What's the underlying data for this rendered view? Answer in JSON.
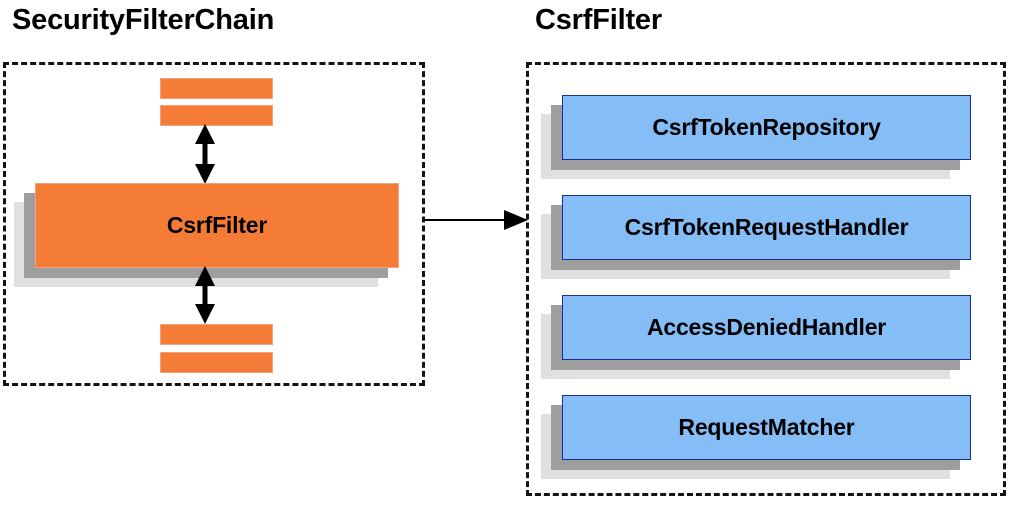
{
  "diagram": {
    "type": "component-diagram",
    "panels": [
      {
        "title": "SecurityFilterChain",
        "id": "security-filter-chain",
        "border": "dashed",
        "border_color": "#141414",
        "blocks": [
          {
            "label": "",
            "kind": "bar",
            "color": "#f57c36"
          },
          {
            "label": "",
            "kind": "bar",
            "color": "#f57c36"
          },
          {
            "label": "CsrfFilter",
            "kind": "box",
            "color": "#f57c36"
          },
          {
            "label": "",
            "kind": "bar",
            "color": "#f57c36"
          },
          {
            "label": "",
            "kind": "bar",
            "color": "#f57c36"
          }
        ]
      },
      {
        "title": "CsrfFilter",
        "id": "csrf-filter",
        "border": "dashed",
        "border_color": "#141414",
        "blocks": [
          {
            "label": "CsrfTokenRepository",
            "kind": "box",
            "color": "#85bdf7"
          },
          {
            "label": "CsrfTokenRequestHandler",
            "kind": "box",
            "color": "#85bdf7"
          },
          {
            "label": "AccessDeniedHandler",
            "kind": "box",
            "color": "#85bdf7"
          },
          {
            "label": "RequestMatcher",
            "kind": "box",
            "color": "#85bdf7"
          }
        ]
      }
    ],
    "connectors": [
      {
        "id": "filter-chain-up",
        "style": "double-headed",
        "orientation": "vertical"
      },
      {
        "id": "filter-chain-down",
        "style": "double-headed",
        "orientation": "vertical"
      },
      {
        "id": "csrf-filter-expansion",
        "style": "single-headed",
        "orientation": "horizontal"
      }
    ],
    "colors": {
      "orange_fill": "#f57c36",
      "orange_edge": "#f2a37e",
      "blue_fill": "#85bdf7",
      "blue_edge": "#1b2f8f",
      "shadow_dark": "#9e9e9e",
      "shadow_light": "#e0e0e0",
      "text": "#000000",
      "panel_border": "#141414"
    }
  }
}
